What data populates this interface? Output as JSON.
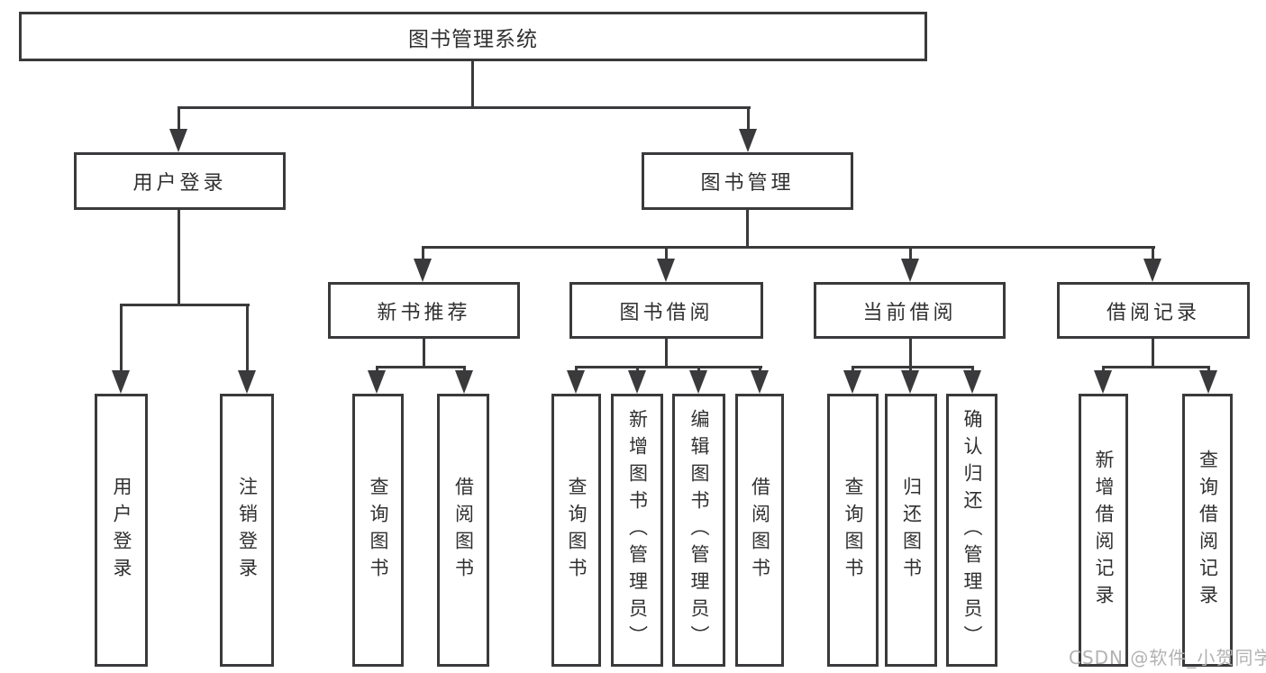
{
  "watermark": {
    "text": "CSDN @软件_小贺同学"
  },
  "colors": {
    "line": "#3a3a3c",
    "text": "#303032",
    "background": "#ffffff",
    "watermark": "#b2b2b2"
  },
  "nodes": {
    "root": {
      "label": "图书管理系统"
    },
    "user_login": {
      "label": "用户登录"
    },
    "book_mgmt": {
      "label": "图书管理"
    },
    "new_book_rec": {
      "label": "新书推荐"
    },
    "book_borrow": {
      "label": "图书借阅"
    },
    "current_borrow": {
      "label": "当前借阅"
    },
    "borrow_record": {
      "label": "借阅记录"
    },
    "leaf_user_login": {
      "label": "用户登录"
    },
    "leaf_logout": {
      "label": "注销登录"
    },
    "leaf_rec_query": {
      "label": "查询图书"
    },
    "leaf_rec_borrow": {
      "label": "借阅图书"
    },
    "leaf_bor_query": {
      "label": "查询图书"
    },
    "leaf_bor_add": {
      "label": "新增图书（管理员）"
    },
    "leaf_bor_edit": {
      "label": "编辑图书（管理员）"
    },
    "leaf_bor_borrow": {
      "label": "借阅图书"
    },
    "leaf_cur_query": {
      "label": "查询图书"
    },
    "leaf_cur_return": {
      "label": "归还图书"
    },
    "leaf_cur_confirm": {
      "label": "确认归还（管理员）"
    },
    "leaf_record_add": {
      "label": "新增借阅记录"
    },
    "leaf_record_query": {
      "label": "查询借阅记录"
    }
  }
}
